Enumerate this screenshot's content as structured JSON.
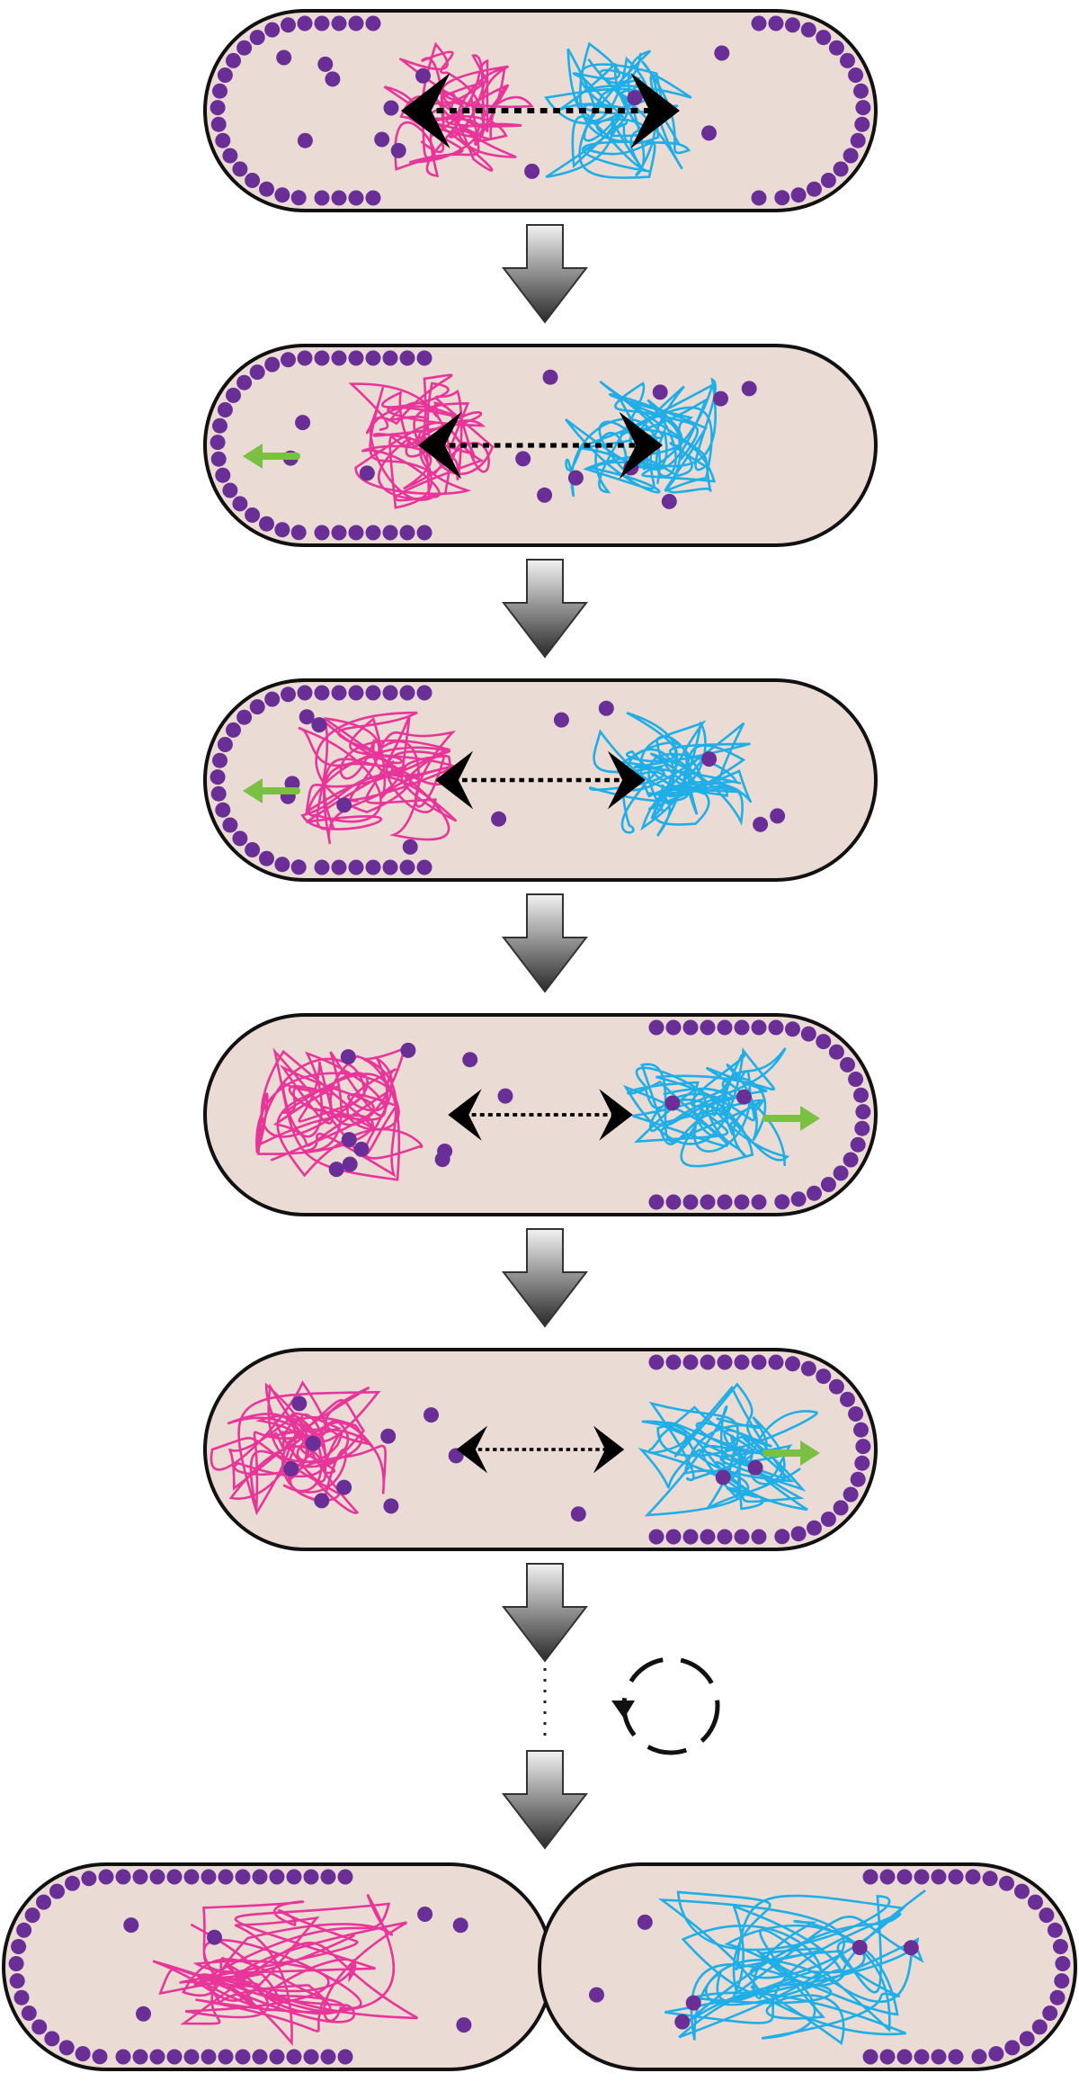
{
  "diagram": {
    "colors": {
      "cell_fill": "#eadbd4",
      "cell_outline": "#111111",
      "chromosome_a": "#e8359a",
      "chromosome_b": "#20aee6",
      "protein_dot": "#6a2f96",
      "force_arrow": "#000000",
      "pole_arrow": "#7ac143",
      "step_arrow_light": "#f2f2f2",
      "step_arrow_dark": "#2a2a2a"
    },
    "icons": {
      "step_arrow": "down-arrow-icon",
      "pole_arrow": "green-arrow-icon",
      "force_arrow": "double-headed-arrow-icon",
      "cycle": "circular-arrow-icon"
    },
    "stages": [
      {
        "polar_dots": "both",
        "pole_arrow": "none",
        "force_level": 1.0
      },
      {
        "polar_dots": "left",
        "pole_arrow": "left",
        "force_level": 0.8
      },
      {
        "polar_dots": "left",
        "pole_arrow": "left",
        "force_level": 0.6
      },
      {
        "polar_dots": "right",
        "pole_arrow": "right",
        "force_level": 0.45
      },
      {
        "polar_dots": "right",
        "pole_arrow": "right",
        "force_level": 0.35
      }
    ],
    "final_state": {
      "divided": true,
      "polar_dots": "all"
    }
  }
}
